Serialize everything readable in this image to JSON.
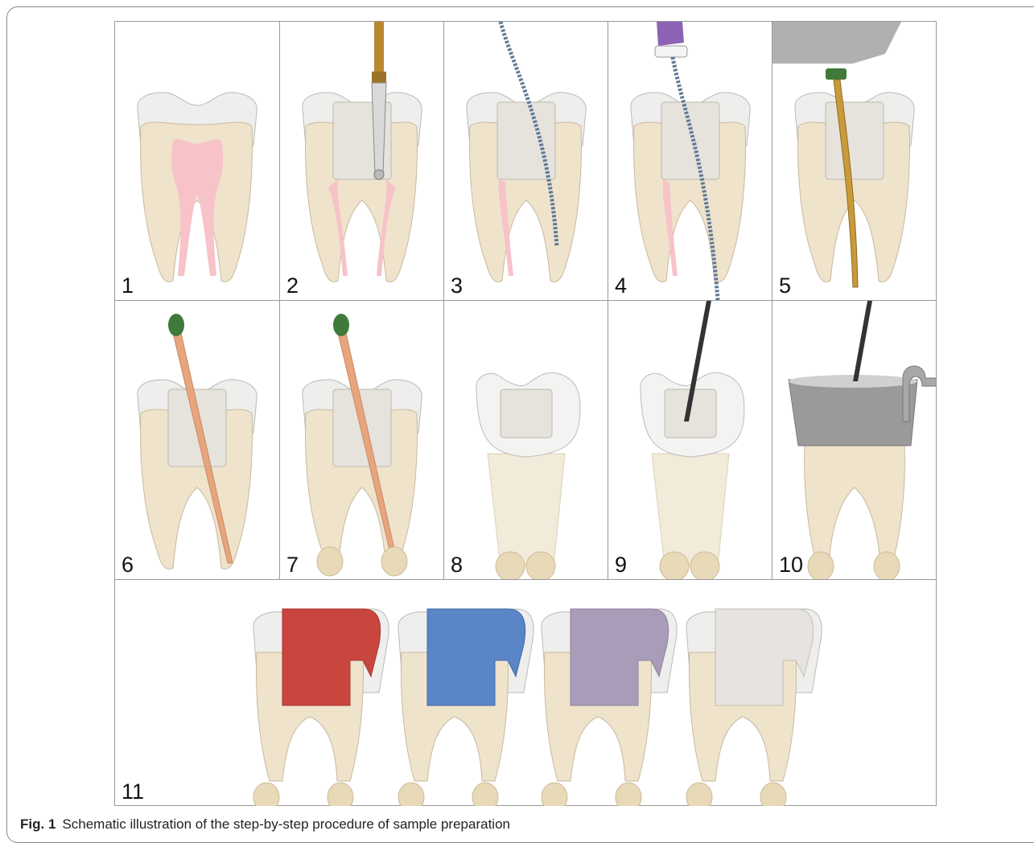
{
  "panels": [
    {
      "label": "1"
    },
    {
      "label": "2"
    },
    {
      "label": "3"
    },
    {
      "label": "4"
    },
    {
      "label": "5"
    },
    {
      "label": "6"
    },
    {
      "label": "7"
    },
    {
      "label": "8"
    },
    {
      "label": "9"
    },
    {
      "label": "10"
    },
    {
      "label": "11"
    }
  ],
  "caption": {
    "label": "Fig. 1",
    "text": "Schematic illustration of the step-by-step procedure of sample preparation"
  },
  "colors": {
    "enamel": "#eeeeec",
    "dentin": "#efe3cc",
    "pulp": "#f7c3c8",
    "prepared": "#e6e3dc",
    "restoration_red": "#c9463e",
    "restoration_blue": "#5a85c6",
    "restoration_violet": "#a89cb8",
    "restoration_gray": "#e7e4df",
    "metal_gold": "#c99a3a",
    "file_steel": "#5e7a98",
    "gutta_percha": "#e7a57e",
    "stopper_green": "#3f7a3a",
    "matrix_band": "#9a9a9a"
  }
}
